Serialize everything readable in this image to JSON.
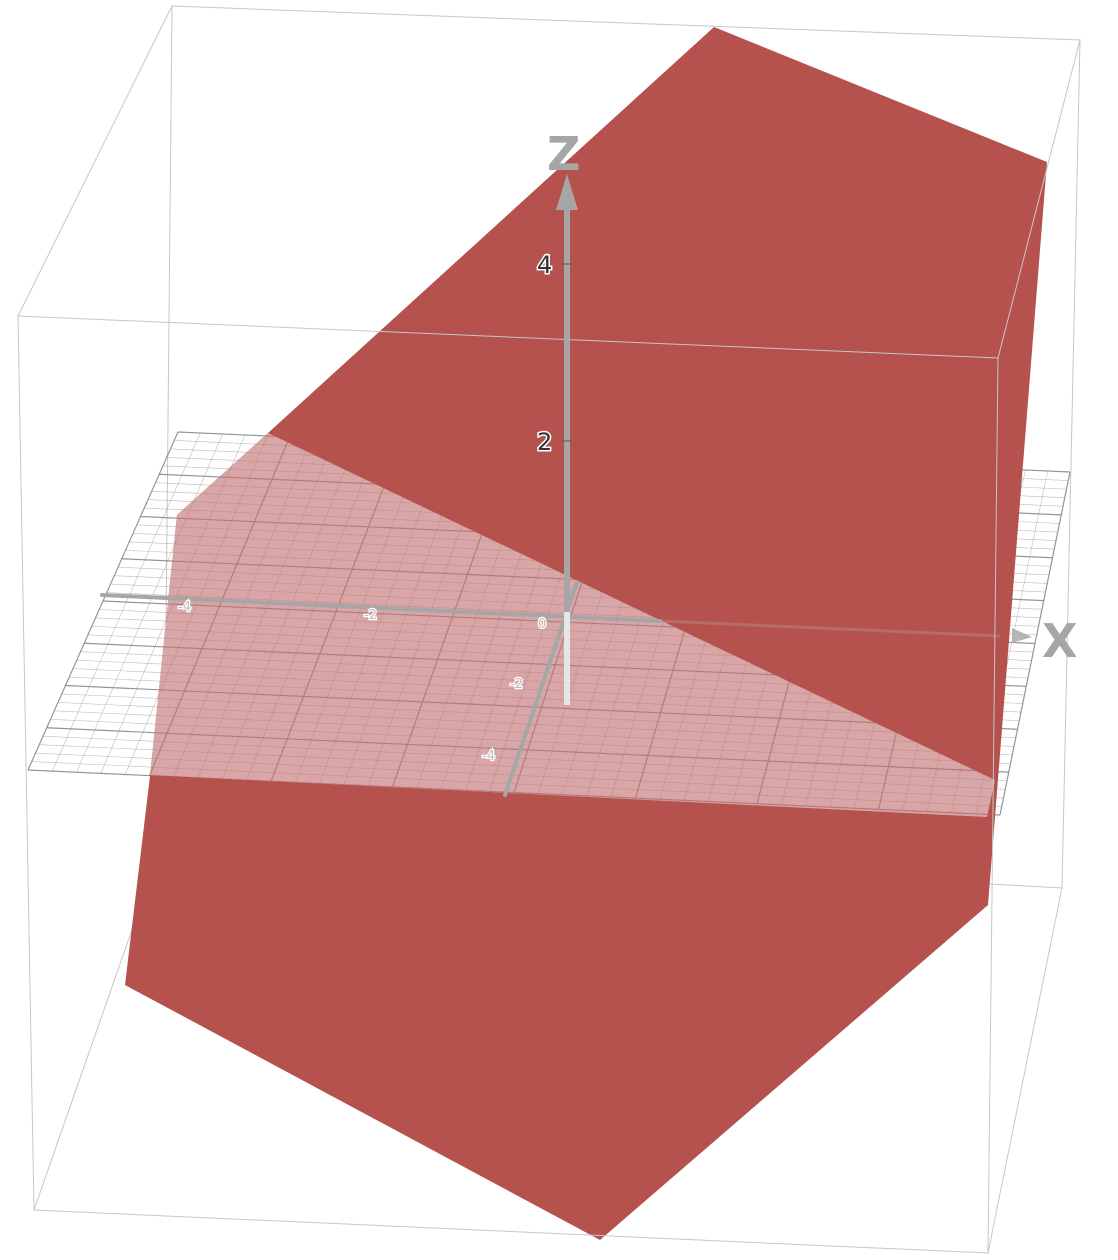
{
  "colors": {
    "surface": "#b5524d",
    "plane": "#d8a6a6",
    "axis": "#a6a6a6",
    "grid": "#c9c9c9",
    "box": "#c2c2c2"
  },
  "axes": {
    "z_label": "Z",
    "x_label": "X",
    "z_ticks": [
      "4",
      "2"
    ],
    "grid_ticks": [
      "-4",
      "-2",
      "0",
      "-2",
      "-4"
    ]
  }
}
